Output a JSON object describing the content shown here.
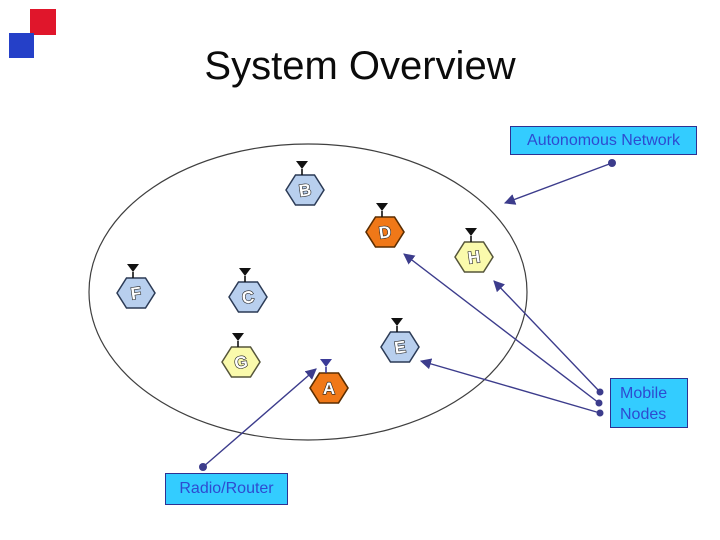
{
  "title": "System Overview",
  "decor": {
    "red_square_color": "#E0162B",
    "blue_square_color": "#2540C8"
  },
  "labels": {
    "autonomous_network": "Autonomous Network",
    "mobile_nodes": [
      "Mobile",
      "Nodes"
    ],
    "radio_router": "Radio/Router"
  },
  "nodes": [
    {
      "label": "A",
      "palette": "orange"
    },
    {
      "label": "B",
      "palette": "blue"
    },
    {
      "label": "C",
      "palette": "blue"
    },
    {
      "label": "D",
      "palette": "orange"
    },
    {
      "label": "E",
      "palette": "blue"
    },
    {
      "label": "F",
      "palette": "blue"
    },
    {
      "label": "G",
      "palette": "yellow"
    },
    {
      "label": "H",
      "palette": "yellow"
    }
  ],
  "connections": [
    {
      "from": "autonomous-network-label",
      "to": "network-ellipse"
    },
    {
      "from": "mobile-nodes-label",
      "to": "node-H"
    },
    {
      "from": "mobile-nodes-label",
      "to": "node-D"
    },
    {
      "from": "mobile-nodes-label",
      "to": "node-E"
    },
    {
      "from": "radio-router-label",
      "to": "node-A"
    }
  ],
  "colors": {
    "label_box_fill": "#33CCFF",
    "label_box_border": "#2E3192",
    "label_text": "#2E4BD0",
    "connector": "#3C3C8C",
    "ellipse_stroke": "#3F3F3F",
    "node_blue": "#B8CFEE",
    "node_blue_border": "#2B3A55",
    "node_orange": "#F07818",
    "node_orange_border": "#5A2D00",
    "node_yellow": "#FAFAAC",
    "node_yellow_border": "#55553A",
    "node_letter_fill": "#FFFFFF",
    "node_letter_outline": "#222222",
    "antenna_black": "#111111",
    "antenna_blue": "#3B3B98"
  }
}
